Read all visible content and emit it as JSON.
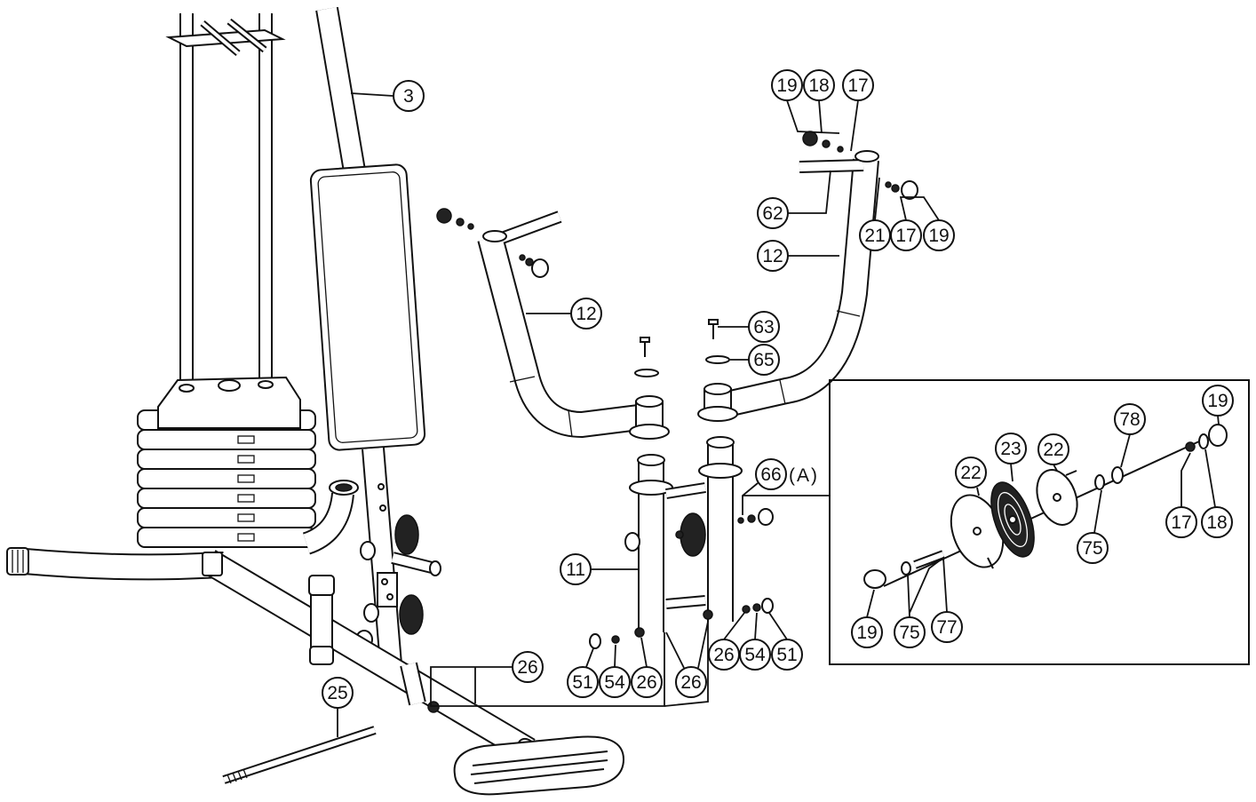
{
  "main_callouts": [
    "3",
    "19",
    "18",
    "17",
    "62",
    "21",
    "17",
    "19",
    "12",
    "12",
    "63",
    "65",
    "66",
    "11",
    "26",
    "51",
    "54",
    "26",
    "26",
    "26",
    "54",
    "51",
    "25"
  ],
  "detail_ref": "(A)",
  "detail_callouts": [
    "19",
    "22",
    "23",
    "22",
    "78",
    "75",
    "17",
    "18",
    "19",
    "75",
    "77"
  ]
}
